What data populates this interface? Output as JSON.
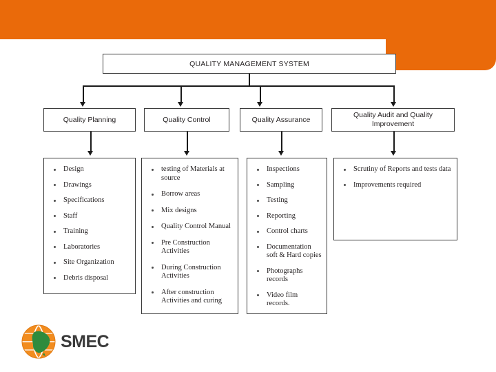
{
  "theme": {
    "accent": "#EA6A0A",
    "line": "#1a1a1a",
    "text": "#231f20",
    "box_border": "#3b3b3b"
  },
  "diagram": {
    "type": "org-chart",
    "title": "QUALITY MANAGEMENT SYSTEM",
    "columns": [
      {
        "id": "quality-planning",
        "heading": "Quality Planning",
        "items": [
          "Design",
          "Drawings",
          "Specifications",
          "Staff",
          "Training",
          "Laboratories",
          "Site Organization",
          "Debris disposal"
        ]
      },
      {
        "id": "quality-control",
        "heading": "Quality Control",
        "items": [
          "testing of Materials at source",
          "Borrow areas",
          "Mix designs",
          "Quality Control Manual",
          "Pre Construction Activities",
          "During Construction Activities",
          "After  construction Activities and curing"
        ]
      },
      {
        "id": "quality-assurance",
        "heading": "Quality Assurance",
        "items": [
          "Inspections",
          "Sampling",
          "Testing",
          "Reporting",
          "Control charts",
          "Documentation soft & Hard copies",
          "Photographs records",
          "Video film records."
        ]
      },
      {
        "id": "quality-audit-and-quality-improvement",
        "heading": "Quality Audit and Quality Improvement",
        "items": [
          "Scrutiny of Reports and tests data",
          "Improvements required"
        ]
      }
    ]
  },
  "logo": {
    "text": "SMEC",
    "icon": "globe-icon"
  }
}
